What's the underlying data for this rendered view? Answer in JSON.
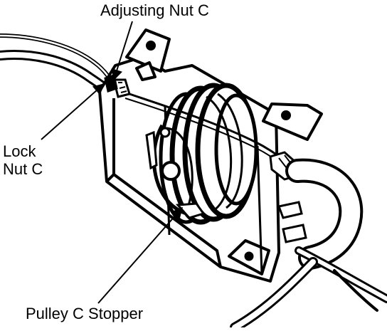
{
  "labels": {
    "adjusting_nut": "Adjusting Nut C",
    "lock_nut_line1": "Lock",
    "lock_nut_line2": "Nut C",
    "pulley_stopper": "Pulley C Stopper"
  },
  "colors": {
    "ink": "#000000",
    "paper": "#ffffff"
  }
}
